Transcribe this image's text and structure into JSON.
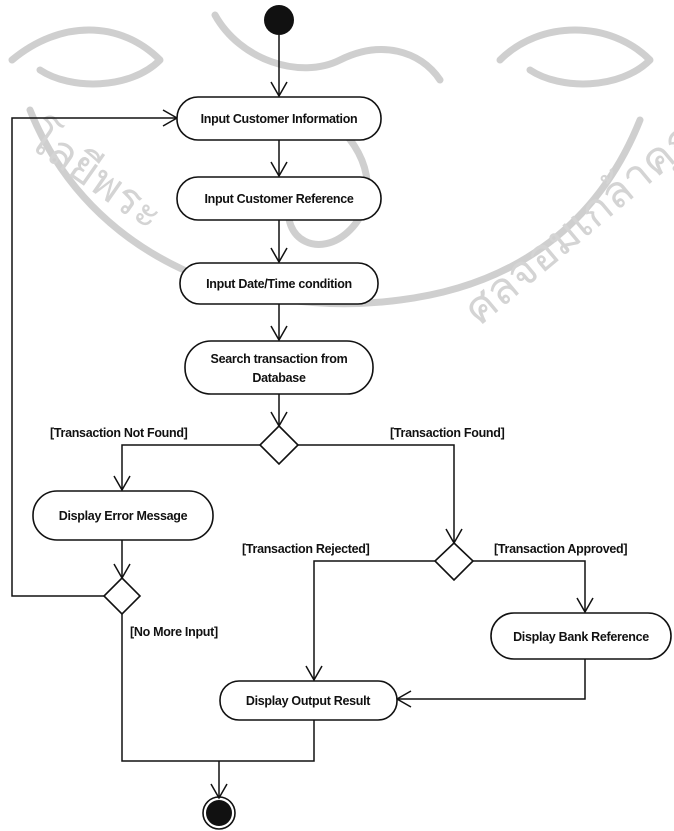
{
  "activities": {
    "input_customer_information": "Input Customer Information",
    "input_customer_reference": "Input Customer Reference",
    "input_datetime_condition": "Input Date/Time condition",
    "search_transaction_line1": "Search transaction from",
    "search_transaction_line2": "Database",
    "display_error_message": "Display Error Message",
    "display_bank_reference": "Display Bank Reference",
    "display_output_result": "Display Output Result"
  },
  "guards": {
    "transaction_not_found": "[Transaction Not Found]",
    "transaction_found": "[Transaction Found]",
    "transaction_rejected": "[Transaction Rejected]",
    "transaction_approved": "[Transaction Approved]",
    "no_more_input": "[No More Input]"
  },
  "watermark": {
    "description": "university seal watermark",
    "text_top_left": "โลยีพระ",
    "text_right": "ศลจอมเกล้าคุณหาร"
  },
  "colors": {
    "ink": "#111111",
    "background": "#ffffff",
    "watermark": "#cfcfcf"
  }
}
